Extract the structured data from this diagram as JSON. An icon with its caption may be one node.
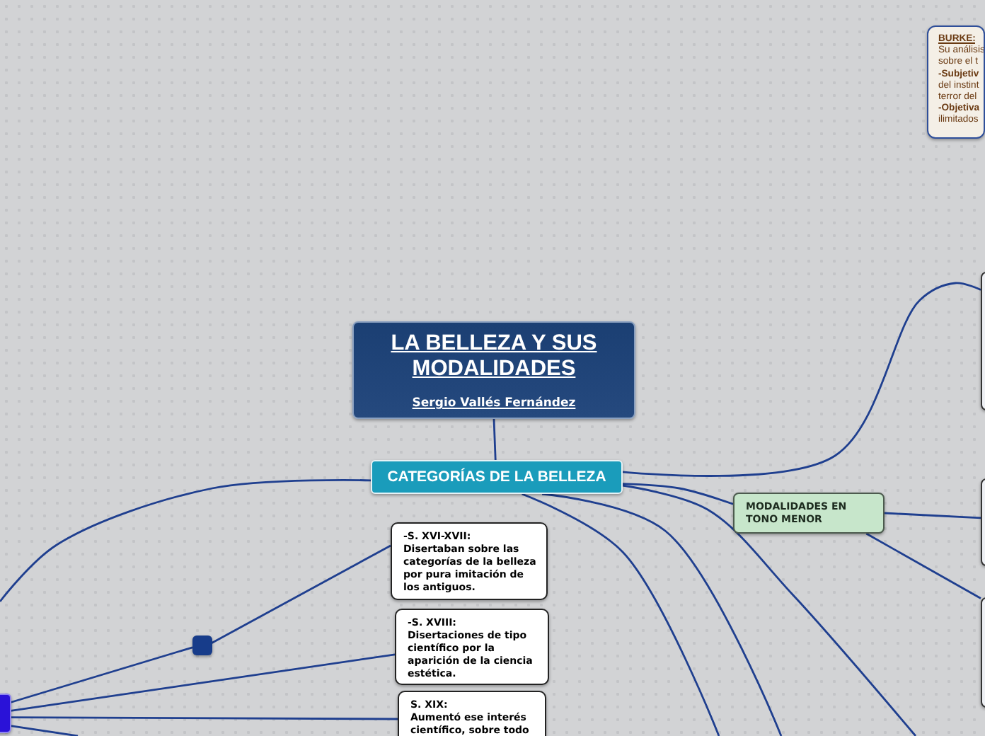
{
  "diagram": {
    "nodes": [
      {
        "text": [
          "LA BELLEZA Y SUS MODALIDADES",
          "Sergio Vallés Fernández"
        ]
      },
      {
        "text": [
          "CATEGORÍAS DE LA BELLEZA"
        ]
      },
      {
        "text": [
          "BURKE:",
          "Su análisis sobre el t",
          "-Subjetiv",
          "del instint terror del",
          "-Objetiva",
          "ilimitados"
        ]
      },
      {
        "text": [
          "MODALIDADES EN TONO MENOR"
        ]
      },
      {
        "text": [],
        "shape": "box"
      },
      {
        "text": [],
        "shape": "box"
      },
      {
        "text": [],
        "shape": "box"
      },
      {
        "text": [],
        "shape": "box"
      },
      {
        "text": [],
        "shape": "box"
      },
      {
        "text": [
          "-S. XVI-XVII:",
          "Disertaban sobre las categorías de la belleza por pura imitación de los antiguos."
        ]
      },
      {
        "text": [
          "-S. XVIII:",
          "Disertaciones de tipo científico por la aparición de la ciencia estética."
        ]
      },
      {
        "text": [
          "S. XIX:",
          "Aumentó ese interés científico, sobre todo"
        ]
      }
    ],
    "edges": [
      {
        "from": 0,
        "to": 1,
        "arrow": "none"
      },
      {
        "from": 1,
        "to": 4,
        "arrow": "none"
      },
      {
        "from": 1,
        "to": 3,
        "arrow": "none"
      },
      {
        "from": 3,
        "to": 5,
        "arrow": "none"
      },
      {
        "from": 3,
        "to": 6,
        "arrow": "none"
      },
      {
        "from": 1,
        "to": null,
        "arrow": "none"
      },
      {
        "from": 1,
        "to": null,
        "arrow": "none"
      },
      {
        "from": 1,
        "to": null,
        "arrow": "none"
      },
      {
        "from": 1,
        "to": null,
        "arrow": "none"
      },
      {
        "from": 7,
        "to": 8,
        "arrow": "none"
      },
      {
        "from": 8,
        "to": 9,
        "arrow": "none"
      },
      {
        "from": 7,
        "to": 10,
        "arrow": "none"
      },
      {
        "from": 7,
        "to": 11,
        "arrow": "none"
      },
      {
        "from": 7,
        "to": null,
        "arrow": "none"
      }
    ]
  }
}
